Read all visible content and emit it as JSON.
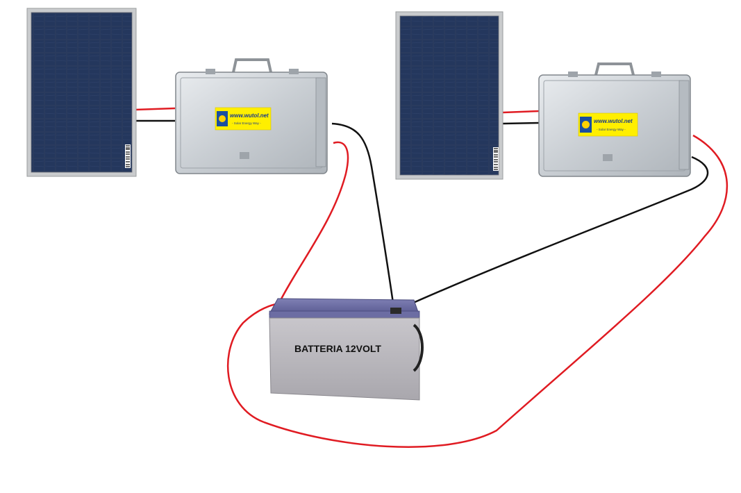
{
  "diagram": {
    "components": {
      "solar_panel_1": {
        "type": "solar-panel"
      },
      "solar_panel_2": {
        "type": "solar-panel"
      },
      "controller_1": {
        "type": "controller-case",
        "logo_text": "www.wutol.net",
        "logo_tagline": "- Solar Energy Way -"
      },
      "controller_2": {
        "type": "controller-case",
        "logo_text": "www.wutol.net",
        "logo_tagline": "- Solar Energy Way -"
      },
      "battery": {
        "type": "battery",
        "label": "BATTERIA 12VOLT"
      }
    },
    "wire_colors": {
      "positive": "#e01b22",
      "negative": "#111111"
    }
  }
}
